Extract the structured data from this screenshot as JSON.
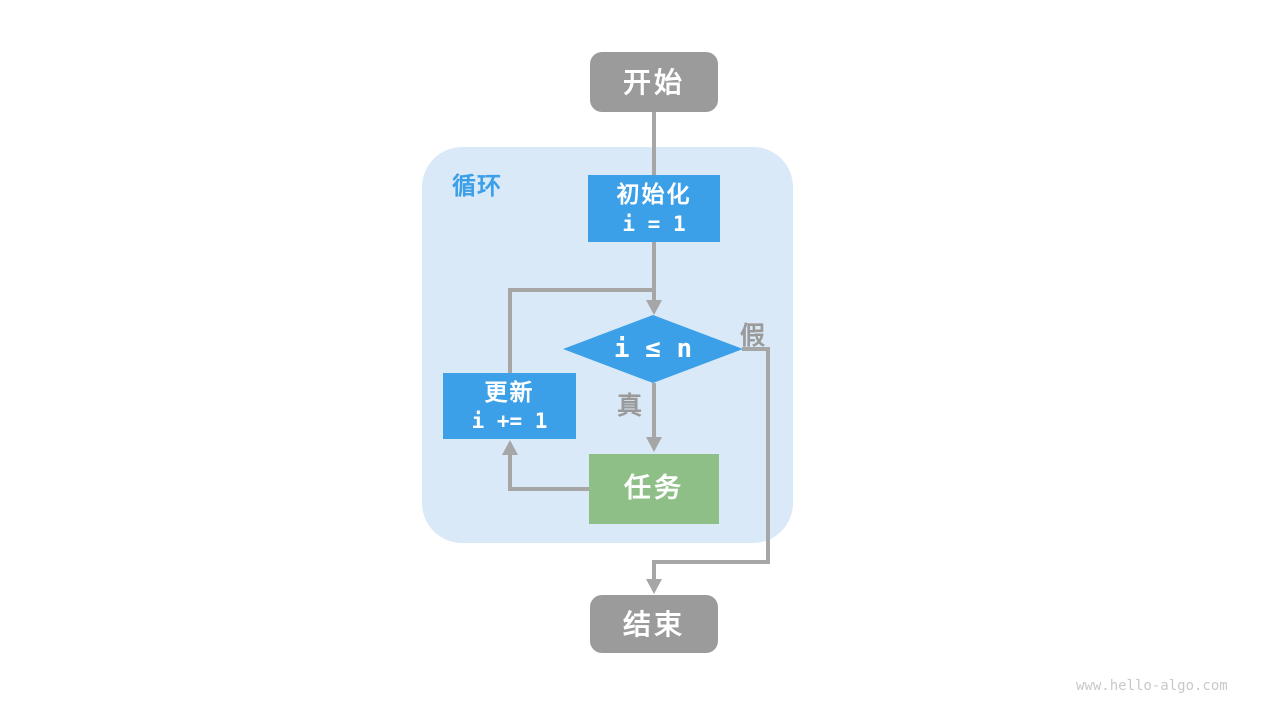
{
  "colors": {
    "node-gray": "#9B9B9B",
    "node-blue": "#3BA0E8",
    "node-green": "#8DBF86",
    "container-blue": "#D9E9F8",
    "line-gray": "#A6A6A6",
    "branch-label-gray": "#9A9A9A",
    "loop-label-blue": "#3BA0E8",
    "watermark-gray": "#C9C9C9",
    "text-white": "#FFFFFF",
    "background": "#FFFFFF"
  },
  "flowchart": {
    "loop_label": "循环",
    "nodes": {
      "start": {
        "label": "开始"
      },
      "init": {
        "title": "初始化",
        "code": "i = 1"
      },
      "condition": {
        "code": "i ≤ n"
      },
      "update": {
        "title": "更新",
        "code": "i += 1"
      },
      "task": {
        "label": "任务"
      },
      "end": {
        "label": "结束"
      }
    },
    "branches": {
      "true_label": "真",
      "false_label": "假"
    }
  },
  "page": {
    "watermark": "www.hello-algo.com"
  }
}
